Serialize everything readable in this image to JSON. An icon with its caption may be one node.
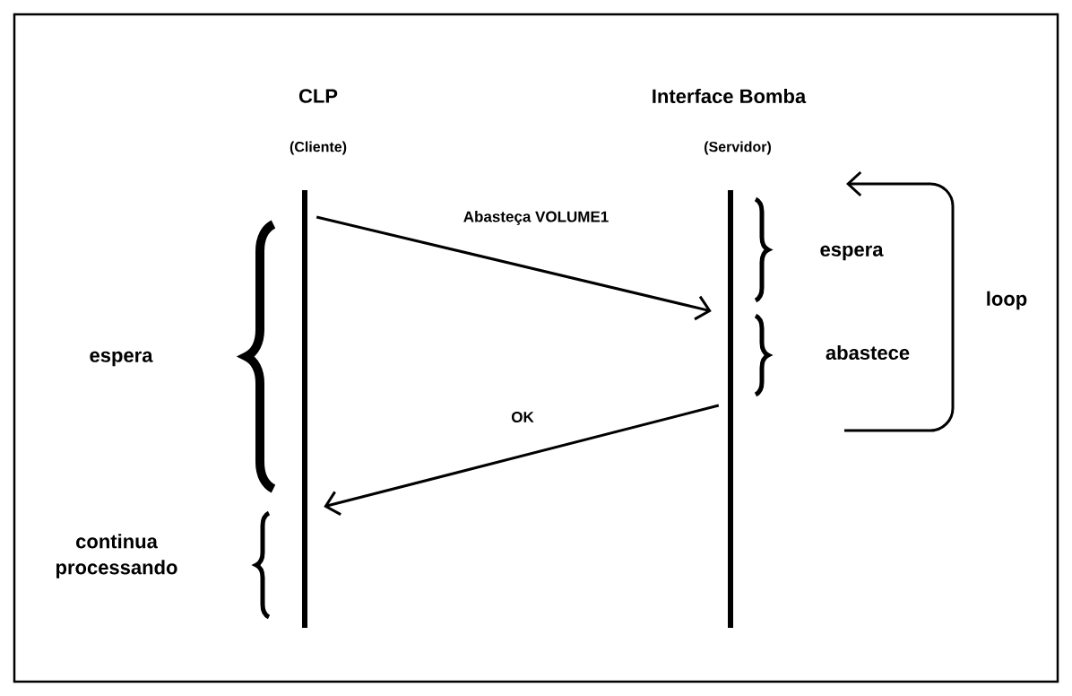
{
  "diagram": {
    "nodes": [
      {
        "text": [
          "CLP",
          "(Cliente)"
        ]
      },
      {
        "text": [
          "Interface Bomba",
          "(Servidor)"
        ]
      }
    ],
    "edges": [
      {
        "from": 0,
        "to": 1,
        "arrow": "to",
        "label": "Abasteça VOLUME1"
      },
      {
        "from": 1,
        "to": 0,
        "arrow": "to",
        "label": "OK"
      }
    ],
    "labels": [
      "espera",
      "abastece",
      "espera",
      "continua processando",
      "loop"
    ]
  }
}
